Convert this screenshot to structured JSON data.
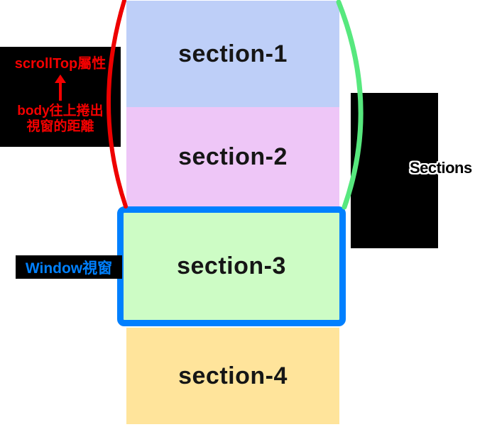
{
  "diagram": {
    "sections": [
      {
        "label": "section-1",
        "color": "#becff8"
      },
      {
        "label": "section-2",
        "color": "#eec6f7"
      },
      {
        "label": "section-3",
        "color": "#cdfcc5"
      },
      {
        "label": "section-4",
        "color": "#ffe49b"
      }
    ],
    "window": {
      "border_color": "#0080ff"
    },
    "annotations": {
      "scrolltop": {
        "title": "scrollTop屬性",
        "arrow_icon": "up-arrow",
        "desc_line1": "body往上捲出",
        "desc_line2": "視窗的距離",
        "text_color": "#f40000",
        "box_color": "#000000"
      },
      "window_label": {
        "text": "Window視窗",
        "text_color": "#0080ff",
        "box_color": "#000000"
      },
      "right_label": {
        "text": "Sections",
        "box_color": "#000000"
      }
    },
    "curves": {
      "left_bracket_color": "#ee0000",
      "right_bracket_color": "#57e87e"
    }
  }
}
